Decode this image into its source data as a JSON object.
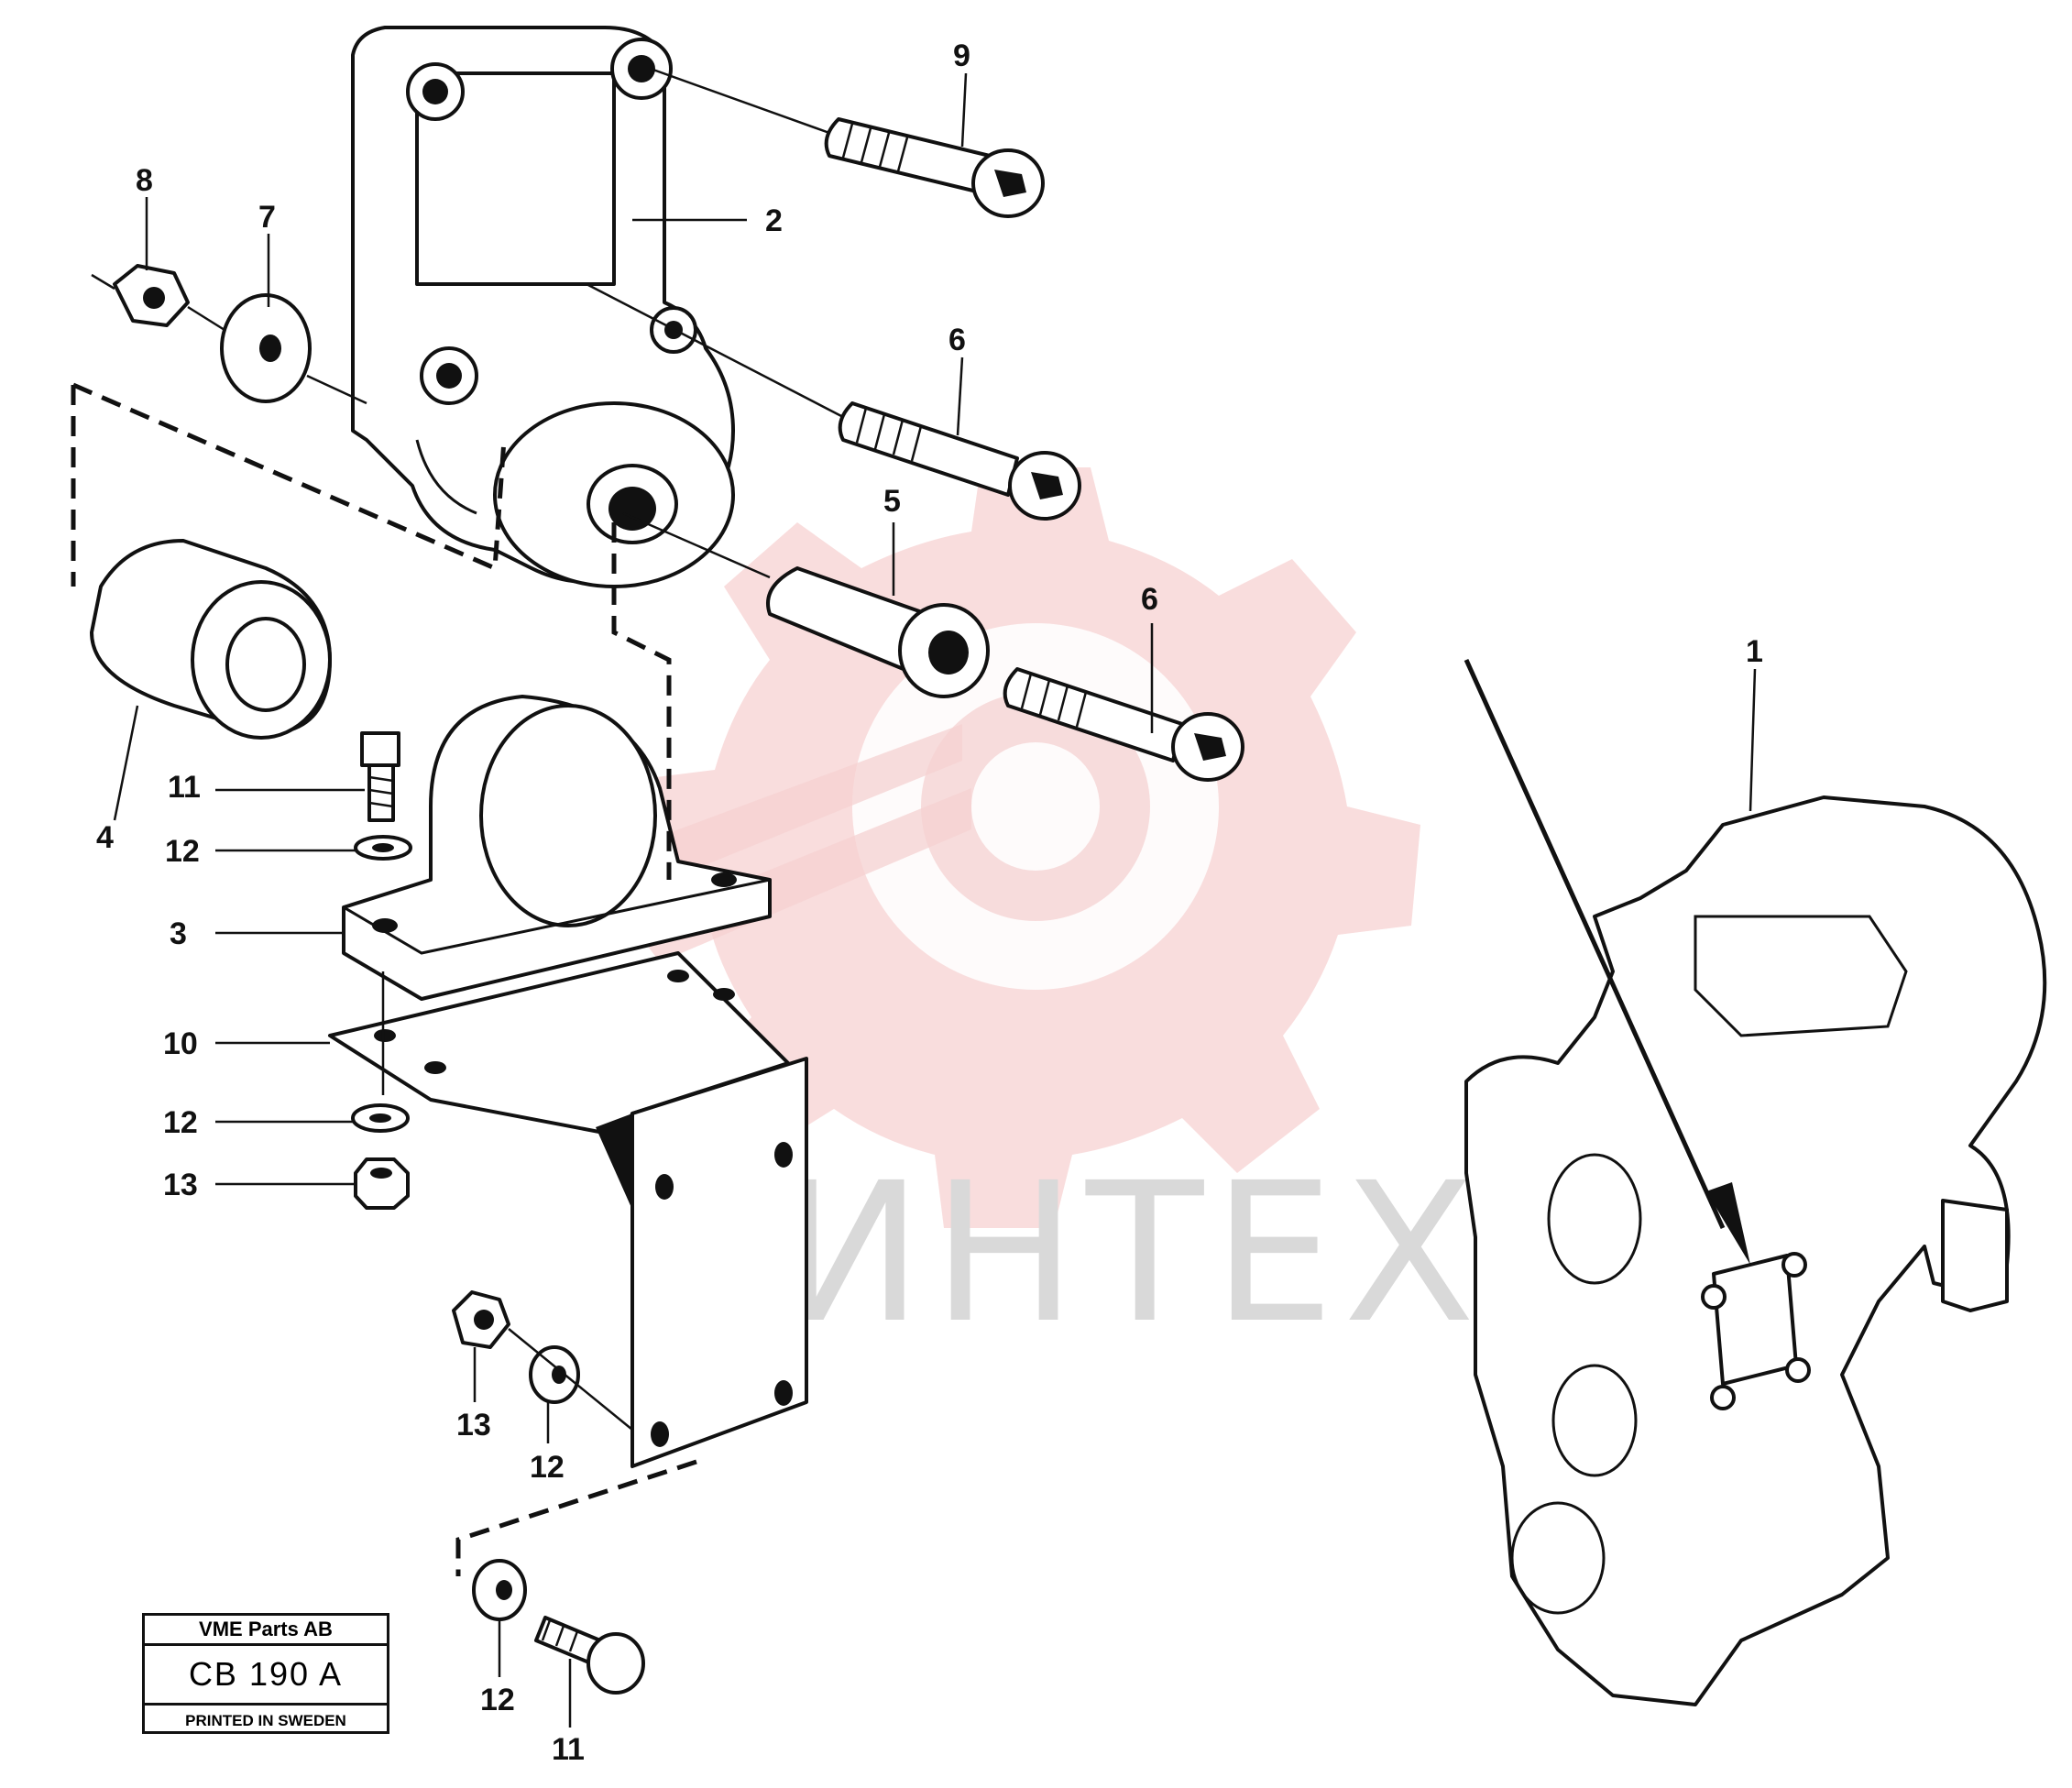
{
  "watermark": {
    "text": "ИНТЕХ",
    "gear_color": "#f4c7c7",
    "text_color": "#d9d9d9"
  },
  "callouts": {
    "c1": "1",
    "c2": "2",
    "c3": "3",
    "c4": "4",
    "c5": "5",
    "c6a": "6",
    "c6b": "6",
    "c7": "7",
    "c8": "8",
    "c9": "9",
    "c10": "10",
    "c11a": "11",
    "c11b": "11",
    "c12a": "12",
    "c12b": "12",
    "c12c": "12",
    "c12d": "12",
    "c13a": "13",
    "c13b": "13"
  },
  "stamp": {
    "company": "VME Parts AB",
    "code": "CB 190 A",
    "printed": "PRINTED IN SWEDEN"
  }
}
